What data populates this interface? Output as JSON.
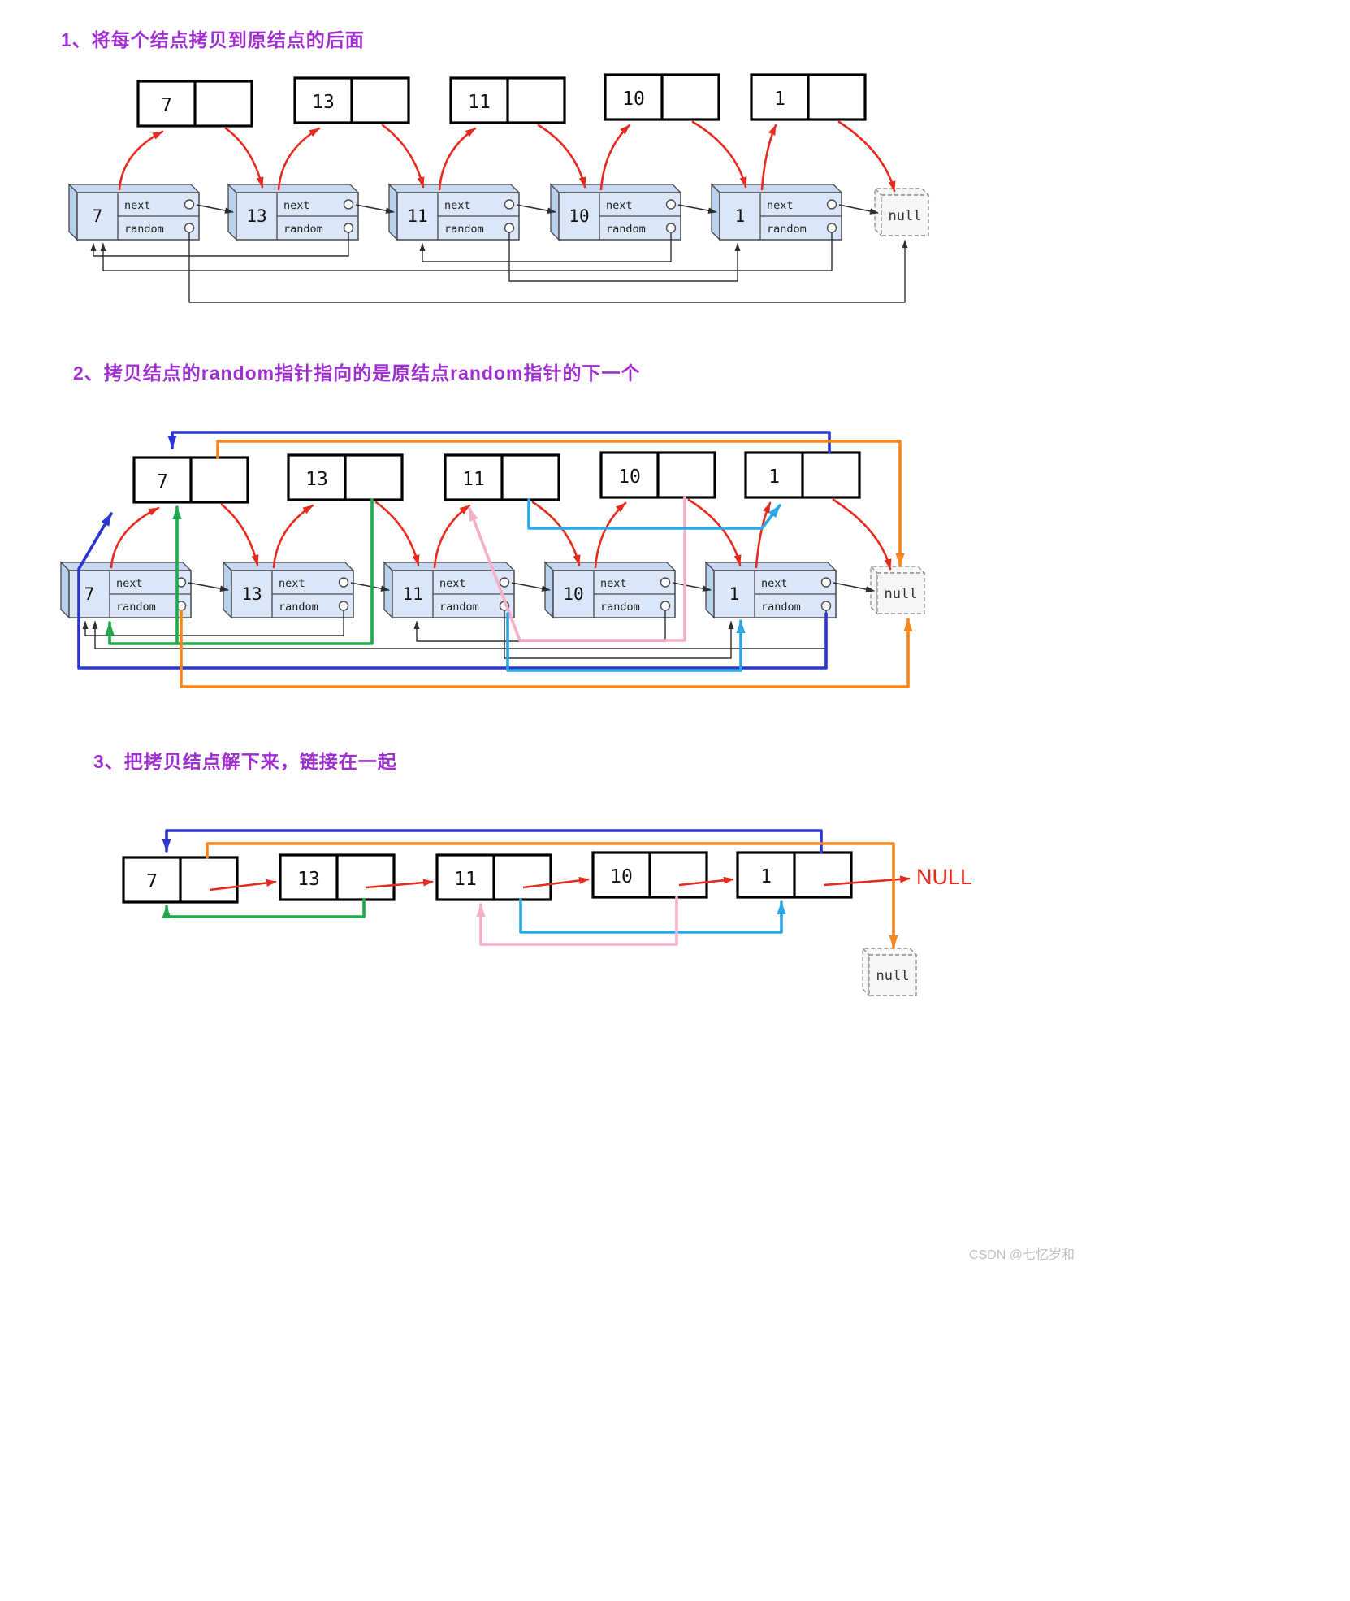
{
  "page": {
    "background": "#ffffff"
  },
  "headings": {
    "step1": "1、将每个结点拷贝到原结点的后面",
    "step2": "2、拷贝结点的random指针指向的是原结点random指针的下一个",
    "step3": "3、把拷贝结点解下来，链接在一起"
  },
  "labels": {
    "next": "next",
    "random": "random",
    "null_box": "null",
    "null_end": "NULL"
  },
  "node_values": [
    "7",
    "13",
    "11",
    "10",
    "1"
  ],
  "colors": {
    "heading": "#a02fd0",
    "red": "#e8291d",
    "black": "#2e2e2e",
    "blue": "#2b35cf",
    "green": "#1fa94c",
    "pink": "#f6afcb",
    "cyan": "#2aa7e8",
    "orange": "#f6871f",
    "node_fill": "#dbe7f8",
    "node_top": "#c7d9f2",
    "node_side": "#bad1ee",
    "node_stroke": "#4a4a4a",
    "null_fill": "#f6f6f6",
    "null_stroke": "#949494",
    "watermark": "#bfbfc7"
  },
  "watermark": "CSDN @七忆岁和"
}
